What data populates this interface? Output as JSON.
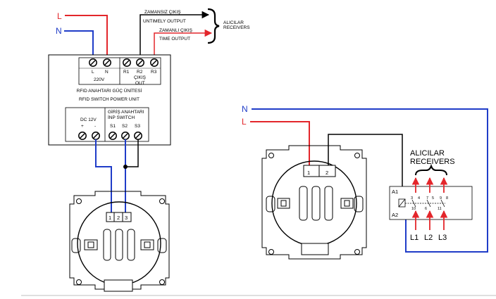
{
  "supply": {
    "line_label": "L",
    "neutral_label": "N"
  },
  "outputs": {
    "untimely_tr": "ZAMANSIZ ÇIKIŞ",
    "untimely_en": "UNTIMELY OUTPUT",
    "timed_tr": "ZAMANLI ÇIKIŞ",
    "timed_en": "TIME OUTPUT",
    "receivers_tr": "ALICILAR",
    "receivers_en": "RECEIVERS"
  },
  "power_unit": {
    "terminals_top": [
      "L",
      "N",
      "R1",
      "R2",
      "R3"
    ],
    "voltage": "220V",
    "out_tr": "ÇIKIŞ",
    "out_en": "OUT",
    "name_tr": "RFID ANAHTARI GÜÇ ÜNİTESİ",
    "name_en": "RFID SWITCH POWER UNIT",
    "dc_label": "DC 12V",
    "dc_plus": "+",
    "dc_minus": "-",
    "input_tr": "GİRİŞ ANAHTARI",
    "input_en": "İNP SWITCH",
    "input_terminals": [
      "S1",
      "S2",
      "S3"
    ]
  },
  "left_switch": {
    "terminals": [
      "1",
      "2",
      "3"
    ]
  },
  "right_switch": {
    "terminals": [
      "1",
      "2"
    ]
  },
  "relay": {
    "coil_a1": "A1",
    "coil_a2": "A2",
    "pins_top": [
      "3",
      "4",
      "7",
      "5",
      "9",
      "8"
    ],
    "pins_bottom": [
      "10",
      "6",
      "11"
    ],
    "receivers_tr": "ALICILAR",
    "receivers_en": "RECEIVERS",
    "lines": [
      "L1",
      "L2",
      "L3"
    ]
  },
  "colors": {
    "line": "#e3262b",
    "neutral": "#1f3cc8",
    "wire": "#000000"
  }
}
